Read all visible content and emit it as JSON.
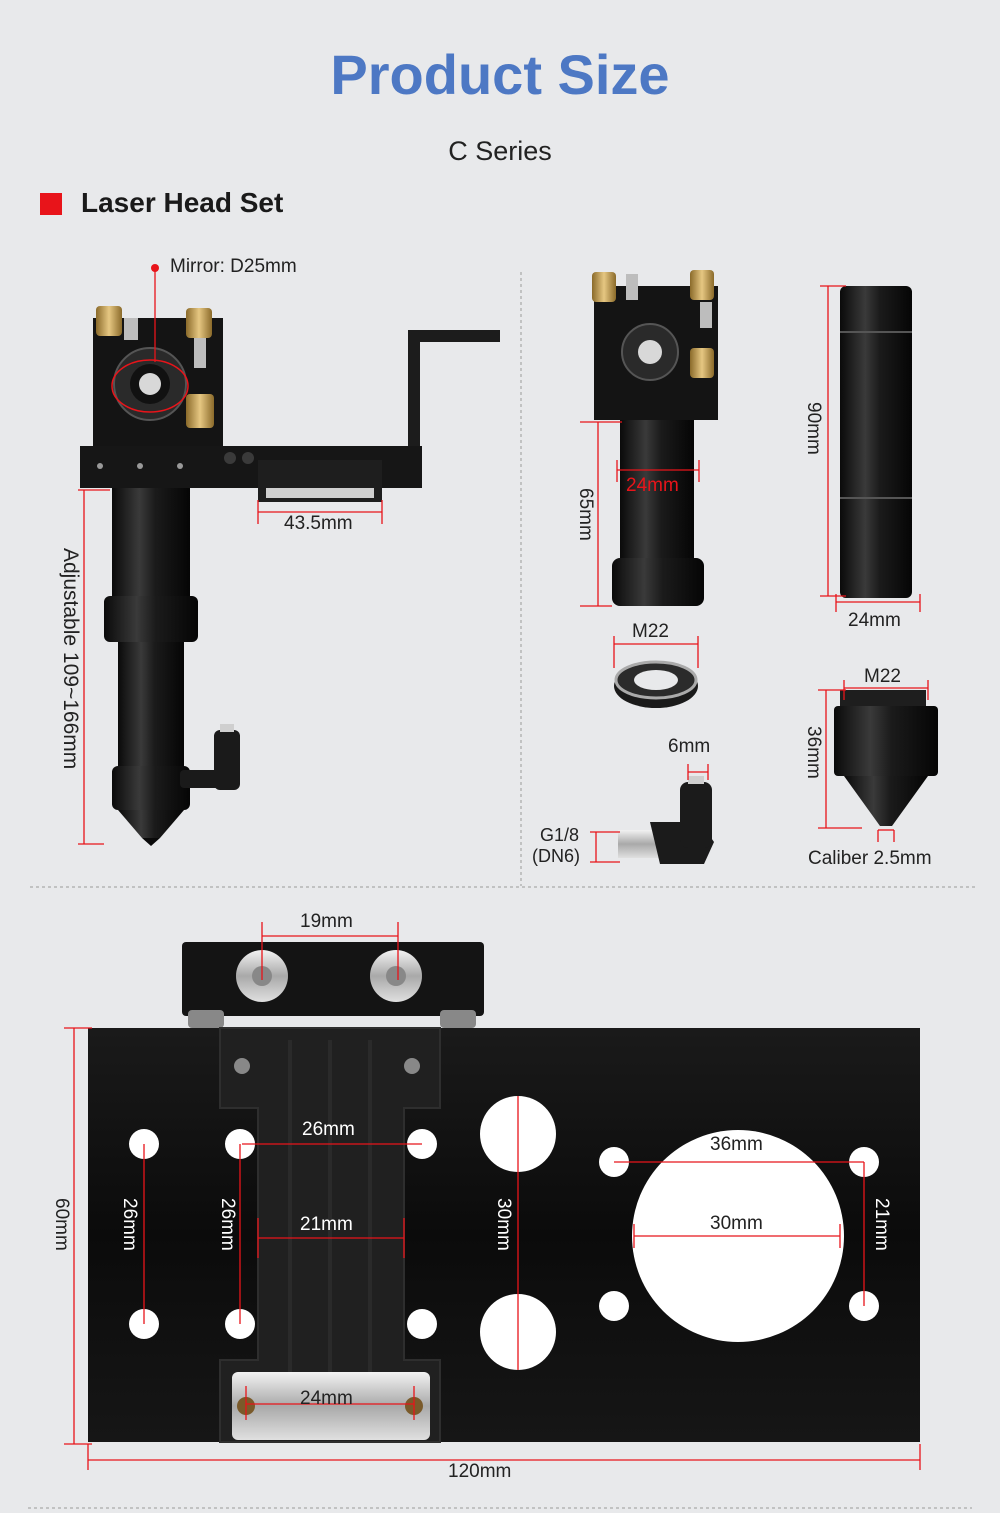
{
  "header": {
    "title": "Product Size",
    "subtitle": "C Series",
    "section_title": "Laser Head Set"
  },
  "colors": {
    "title": "#4d78c4",
    "marker": "#e8141a",
    "dimension_line": "#e8141a",
    "part": "#141414",
    "brass": "#c9a55a",
    "background": "#e8e9eb"
  },
  "top_left": {
    "mirror_label": "Mirror: D25mm",
    "width_label": "43.5mm",
    "height_label": "Adjustable 109~166mm"
  },
  "top_right": {
    "mount_height": "65mm",
    "mount_diameter": "24mm",
    "tube_length": "90mm",
    "tube_diameter": "24mm",
    "ring_label": "M22",
    "fitting_tube": "6mm",
    "fitting_thread_line1": "G1/8",
    "fitting_thread_line2": "(DN6)",
    "nozzle_thread": "M22",
    "nozzle_height": "36mm",
    "nozzle_caliber": "Caliber 2.5mm"
  },
  "plate": {
    "top_spacing": "19mm",
    "slot_width": "26mm",
    "slot_inner": "21mm",
    "left_holes_v": "26mm",
    "inner_holes_v": "26mm",
    "large_holes_v": "30mm",
    "ring_holes_h": "36mm",
    "big_hole": "30mm",
    "ring_holes_v": "21mm",
    "bottom_spacing": "24mm",
    "plate_height": "60mm",
    "plate_width": "120mm"
  }
}
